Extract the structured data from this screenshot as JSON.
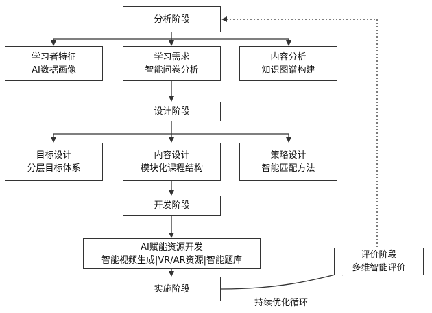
{
  "stages": {
    "analysis": "分析阶段",
    "design": "设计阶段",
    "development": "开发阶段",
    "implementation": "实施阶段",
    "evaluation": {
      "line1": "评价阶段",
      "line2": "多维智能评价"
    }
  },
  "analysis_items": [
    {
      "line1": "学习者特征",
      "line2": "AI数据画像"
    },
    {
      "line1": "学习需求",
      "line2": "智能问卷分析"
    },
    {
      "line1": "内容分析",
      "line2": "知识图谱构建"
    }
  ],
  "design_items": [
    {
      "line1": "目标设计",
      "line2": "分层目标体系"
    },
    {
      "line1": "内容设计",
      "line2": "模块化课程结构"
    },
    {
      "line1": "策略设计",
      "line2": "智能匹配方法"
    }
  ],
  "dev_resources": {
    "line1": "AI赋能资源开发",
    "line2": "智能视频生成|VR/AR资源|智能题库"
  },
  "loop_caption": "持续优化循环"
}
